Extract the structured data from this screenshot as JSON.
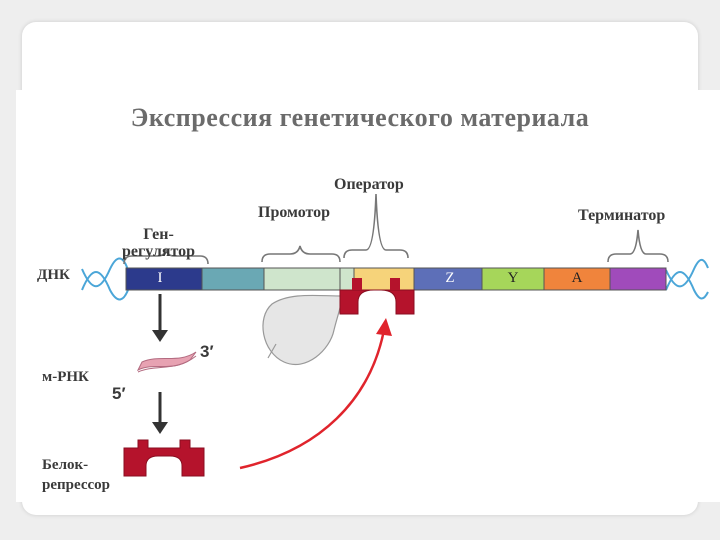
{
  "title": "Экспрессия генетического материала",
  "labels": {
    "operator": "Оператор",
    "promoter": "Промотор",
    "gene_regulator": "Ген-\nрегулятор",
    "terminator": "Терминатор",
    "dna": "ДНК",
    "mrna": "м-РНК",
    "end3": "3′",
    "end5": "5′",
    "repressor": "Белок-\nрепрессор"
  },
  "segments": {
    "i": "I",
    "z": "Z",
    "y": "Y",
    "a": "A"
  },
  "colors": {
    "regulator": "#2c3a8c",
    "promoter_blue": "#6aa8b4",
    "promoter_light": "#cfe5cc",
    "operator": "#f6d37a",
    "z": "#5d6fb8",
    "y": "#a6d65a",
    "a": "#f0843c",
    "terminator": "#a04bbb",
    "repressor": "#b5132c",
    "mrna": "#e7a2b2",
    "arrow": "#e0242c",
    "dna_helix": "#4ba6d8"
  }
}
